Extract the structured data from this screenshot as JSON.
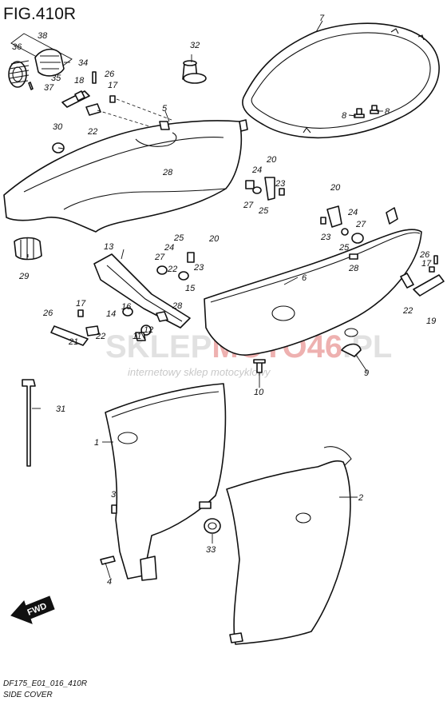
{
  "figure": {
    "title": "FIG.410R",
    "model_code": "DF175_E01_016_410R",
    "name": "SIDE COVER"
  },
  "watermark": {
    "grey": "SKLEP",
    "red": "MOTO46",
    "grey_suffix": ".PL",
    "subtitle": "internetowy sklep motocyklowy",
    "red_color": "#d9534f"
  },
  "direction_label": "FWD",
  "callouts": [
    "1",
    "2",
    "3",
    "4",
    "5",
    "6",
    "7",
    "8",
    "8",
    "9",
    "10",
    "11",
    "12",
    "13",
    "14",
    "15",
    "16",
    "17",
    "17",
    "17",
    "18",
    "19",
    "20",
    "20",
    "20",
    "21",
    "22",
    "22",
    "22",
    "22",
    "23",
    "23",
    "23",
    "24",
    "24",
    "24",
    "25",
    "25",
    "25",
    "26",
    "26",
    "26",
    "27",
    "27",
    "27",
    "28",
    "28",
    "28",
    "29",
    "30",
    "31",
    "32",
    "33",
    "34",
    "35",
    "36",
    "37",
    "38"
  ]
}
